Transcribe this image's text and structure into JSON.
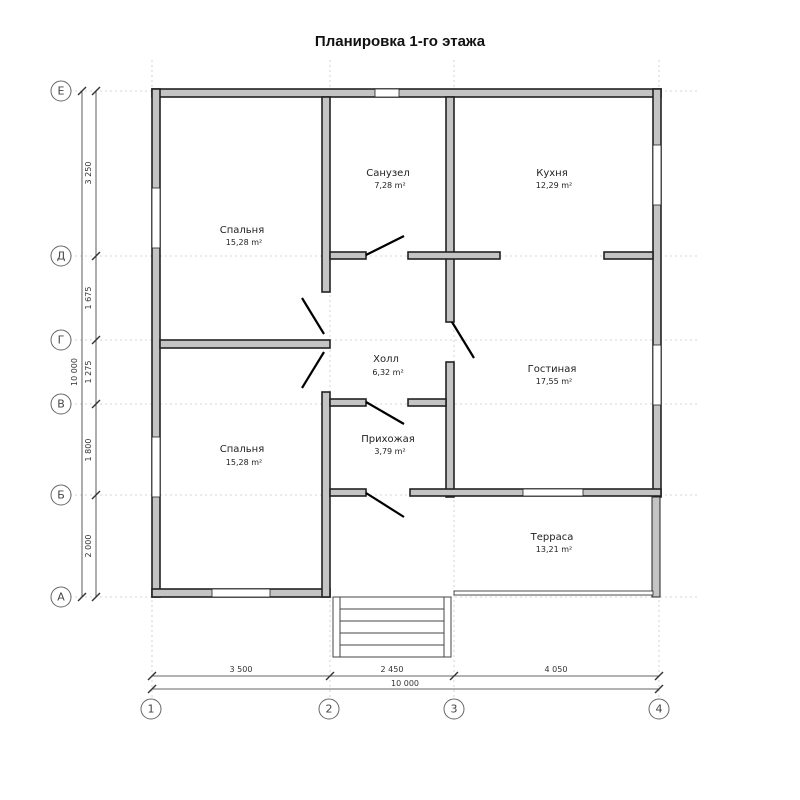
{
  "title": "Планировка 1-го этажа",
  "axes": {
    "letters": [
      "Е",
      "Д",
      "Г",
      "В",
      "Б",
      "А"
    ],
    "numbers": [
      "1",
      "2",
      "3",
      "4"
    ]
  },
  "rooms": [
    {
      "id": "bedroom-top",
      "name": "Спальня",
      "area": "15,28 m²"
    },
    {
      "id": "bathroom",
      "name": "Санузел",
      "area": "7,28 m²"
    },
    {
      "id": "kitchen",
      "name": "Кухня",
      "area": "12,29 m²"
    },
    {
      "id": "hall",
      "name": "Холл",
      "area": "6,32 m²"
    },
    {
      "id": "living",
      "name": "Гостиная",
      "area": "17,55 m²"
    },
    {
      "id": "entry",
      "name": "Прихожая",
      "area": "3,79 m²"
    },
    {
      "id": "bedroom-bottom",
      "name": "Спальня",
      "area": "15,28 m²"
    },
    {
      "id": "terrace",
      "name": "Терраса",
      "area": "13,21 m²"
    }
  ],
  "dimensions": {
    "horizontal": [
      "3 500",
      "2 450",
      "4 050"
    ],
    "horizontal_total": "10 000",
    "vertical": [
      "3 250",
      "1 675",
      "1 275",
      "1 800",
      "2 000"
    ],
    "vertical_total": "10 000"
  }
}
